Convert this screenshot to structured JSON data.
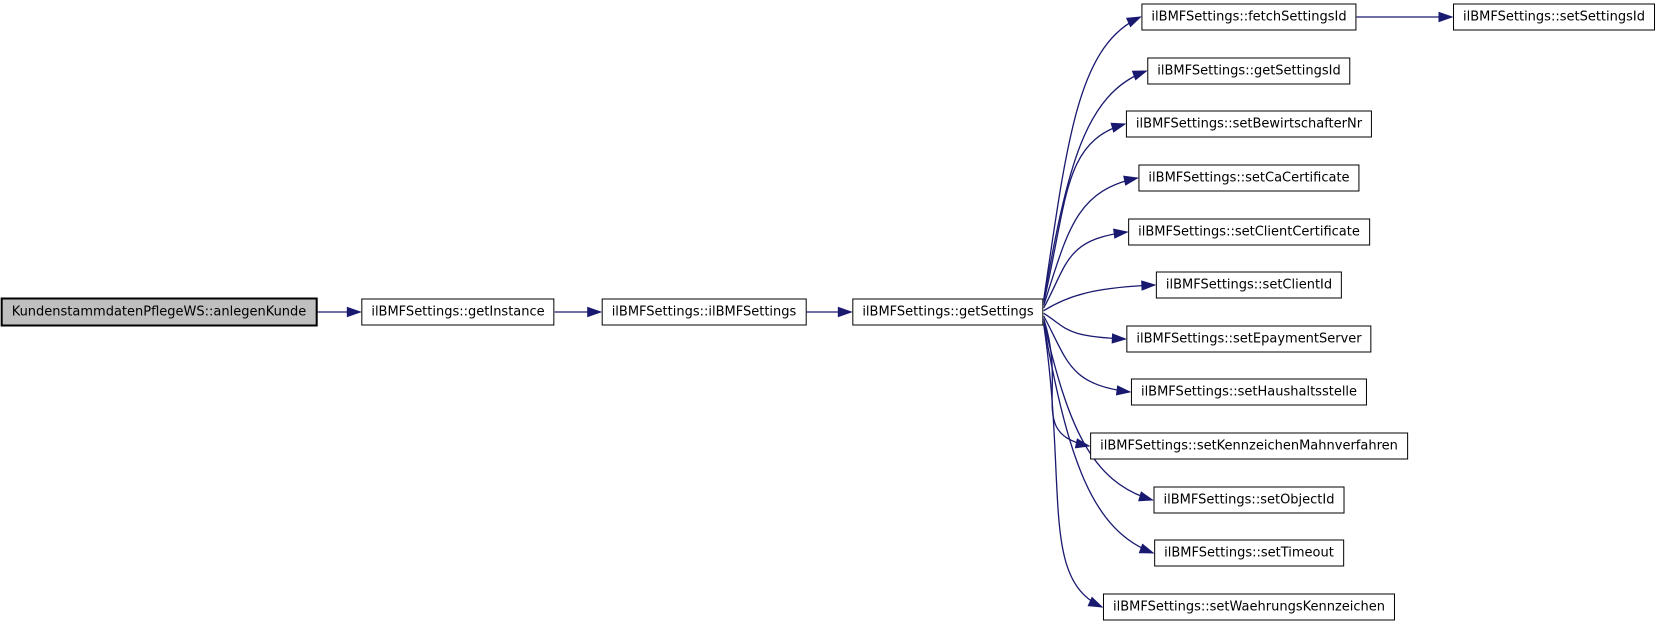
{
  "diagram": {
    "type": "call-graph",
    "colors": {
      "background": "#ffffff",
      "edge": "#191970",
      "node_border": "#000000",
      "node_fill": "#ffffff",
      "root_node_fill": "#bfbfbf",
      "text": "#000000"
    },
    "nodes": [
      {
        "id": "anlegenKunde",
        "label": "KundenstammdatenPflegeWS::anlegenKunde",
        "root": true
      },
      {
        "id": "getInstance",
        "label": "ilBMFSettings::getInstance"
      },
      {
        "id": "ilBMFSettings",
        "label": "ilBMFSettings::ilBMFSettings"
      },
      {
        "id": "getSettings",
        "label": "ilBMFSettings::getSettings"
      },
      {
        "id": "fetchSettingsId",
        "label": "ilBMFSettings::fetchSettingsId"
      },
      {
        "id": "setSettingsId",
        "label": "ilBMFSettings::setSettingsId"
      },
      {
        "id": "getSettingsId",
        "label": "ilBMFSettings::getSettingsId"
      },
      {
        "id": "setBewirtschafterNr",
        "label": "ilBMFSettings::setBewirtschafterNr"
      },
      {
        "id": "setCaCertificate",
        "label": "ilBMFSettings::setCaCertificate"
      },
      {
        "id": "setClientCertificate",
        "label": "ilBMFSettings::setClientCertificate"
      },
      {
        "id": "setClientId",
        "label": "ilBMFSettings::setClientId"
      },
      {
        "id": "setEpaymentServer",
        "label": "ilBMFSettings::setEpaymentServer"
      },
      {
        "id": "setHaushaltsstelle",
        "label": "ilBMFSettings::setHaushaltsstelle"
      },
      {
        "id": "setKennzeichenMahnverfahren",
        "label": "ilBMFSettings::setKennzeichenMahnverfahren"
      },
      {
        "id": "setObjectId",
        "label": "ilBMFSettings::setObjectId"
      },
      {
        "id": "setTimeout",
        "label": "ilBMFSettings::setTimeout"
      },
      {
        "id": "setWaehrungsKennzeichen",
        "label": "ilBMFSettings::setWaehrungsKennzeichen"
      }
    ],
    "edges": [
      {
        "from": "anlegenKunde",
        "to": "getInstance",
        "style": "straight"
      },
      {
        "from": "getInstance",
        "to": "ilBMFSettings",
        "style": "straight"
      },
      {
        "from": "ilBMFSettings",
        "to": "getSettings",
        "style": "straight"
      },
      {
        "from": "fetchSettingsId",
        "to": "setSettingsId",
        "style": "straight"
      },
      {
        "from": "getSettings",
        "to": "fetchSettingsId",
        "style": "curve"
      },
      {
        "from": "getSettings",
        "to": "getSettingsId",
        "style": "curve"
      },
      {
        "from": "getSettings",
        "to": "setBewirtschafterNr",
        "style": "curve"
      },
      {
        "from": "getSettings",
        "to": "setCaCertificate",
        "style": "curve"
      },
      {
        "from": "getSettings",
        "to": "setClientCertificate",
        "style": "curve"
      },
      {
        "from": "getSettings",
        "to": "setClientId",
        "style": "curve"
      },
      {
        "from": "getSettings",
        "to": "setEpaymentServer",
        "style": "curve"
      },
      {
        "from": "getSettings",
        "to": "setHaushaltsstelle",
        "style": "curve"
      },
      {
        "from": "getSettings",
        "to": "setKennzeichenMahnverfahren",
        "style": "curve"
      },
      {
        "from": "getSettings",
        "to": "setObjectId",
        "style": "curve"
      },
      {
        "from": "getSettings",
        "to": "setTimeout",
        "style": "curve"
      },
      {
        "from": "getSettings",
        "to": "setWaehrungsKennzeichen",
        "style": "curve"
      }
    ]
  }
}
